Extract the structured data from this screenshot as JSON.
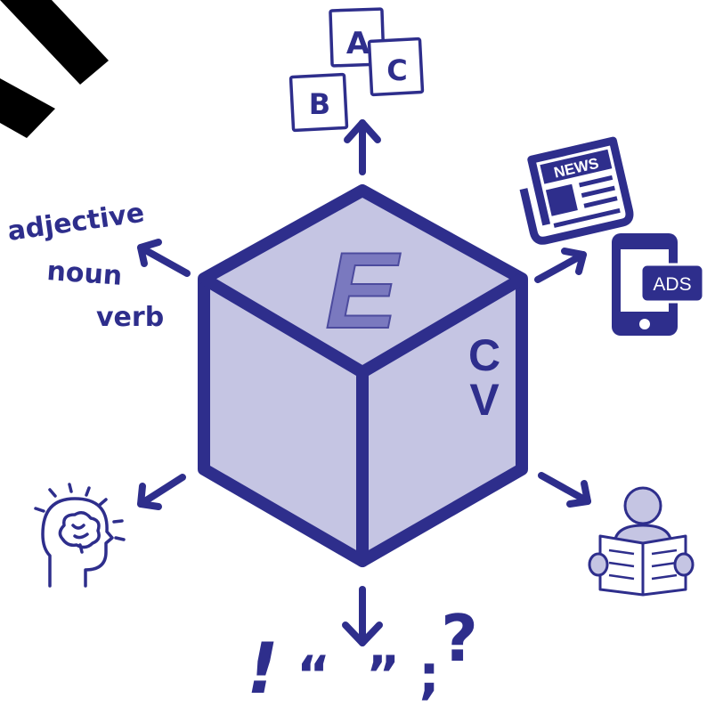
{
  "colors": {
    "primary": "#2e2e8c",
    "cube_fill": "#c5c5e3",
    "cube_letter_fill": "#7a79bf",
    "white": "#ffffff",
    "corner_mark": "#000000"
  },
  "cube": {
    "top_letter": "E",
    "side_letters": [
      "C",
      "V"
    ]
  },
  "blocks": [
    "A",
    "B",
    "C"
  ],
  "word_classes": [
    "adjective",
    "noun",
    "verb"
  ],
  "news": {
    "label": "NEWS"
  },
  "phone": {
    "label": "ADS"
  },
  "punctuation": [
    "!",
    "“",
    "”",
    ";",
    "?"
  ],
  "icons": [
    "alphabet-blocks-icon",
    "newspaper-icon",
    "phone-ads-icon",
    "reader-icon",
    "brain-head-icon",
    "punctuation-icon",
    "corner-stripes-icon"
  ]
}
